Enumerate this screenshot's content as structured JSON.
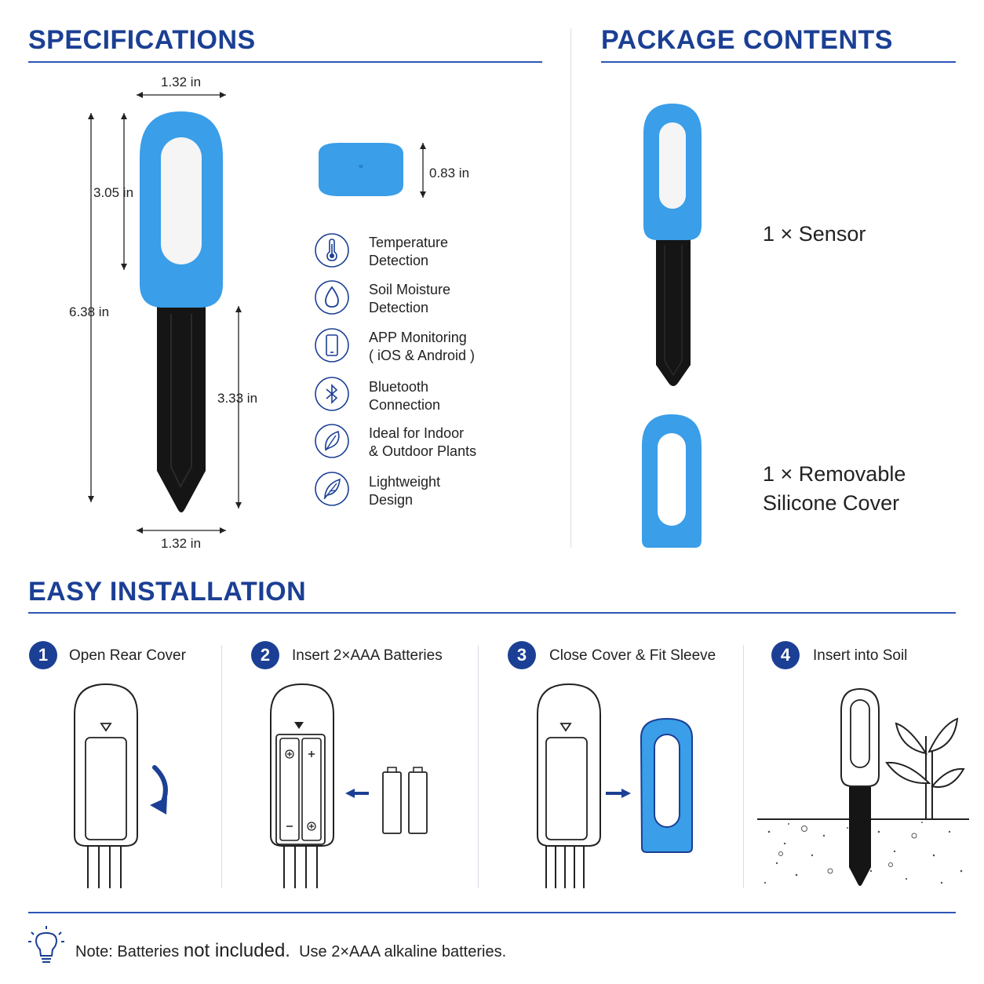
{
  "specifications": {
    "title": "SPECIFICATIONS",
    "dimensions": {
      "width_top": "1.32 in",
      "width_bottom": "1.32 in",
      "head_height": "3.05 in",
      "total_height": "6.38 in",
      "probe_height": "3.33 in",
      "cover_height": "0.83 in"
    },
    "features": [
      {
        "icon": "thermometer-icon",
        "line1": "Temperature",
        "line2": "Detection"
      },
      {
        "icon": "water-drop-icon",
        "line1": "Soil Moisture",
        "line2": "Detection"
      },
      {
        "icon": "smartphone-icon",
        "line1": "APP Monitoring",
        "line2": "( iOS & Android )"
      },
      {
        "icon": "bluetooth-icon",
        "line1": "Bluetooth",
        "line2": "Connection"
      },
      {
        "icon": "leaf-icon",
        "line1": "Ideal for Indoor",
        "line2": "& Outdoor Plants"
      },
      {
        "icon": "feather-icon",
        "line1": "Lightweight",
        "line2": "Design"
      }
    ]
  },
  "package": {
    "title": "PACKAGE CONTENTS",
    "items": [
      {
        "line1": "1 × Sensor",
        "line2": ""
      },
      {
        "line1": "1 × Removable",
        "line2": "Silicone Cover"
      }
    ]
  },
  "installation": {
    "title": "EASY INSTALLATION",
    "steps": [
      {
        "num": "1",
        "label": "Open Rear Cover"
      },
      {
        "num": "2",
        "label": "Insert 2×AAA Batteries"
      },
      {
        "num": "3",
        "label": "Close Cover & Fit Sleeve"
      },
      {
        "num": "4",
        "label": "Insert into Soil"
      }
    ]
  },
  "note": {
    "prefix": "Note: Batteries",
    "emphasis": "not included.",
    "suffix": "Use 2×AAA alkaline batteries."
  },
  "colors": {
    "heading": "#1b3f94",
    "accent_blue": "#3a9ee8",
    "probe_black": "#151515"
  }
}
